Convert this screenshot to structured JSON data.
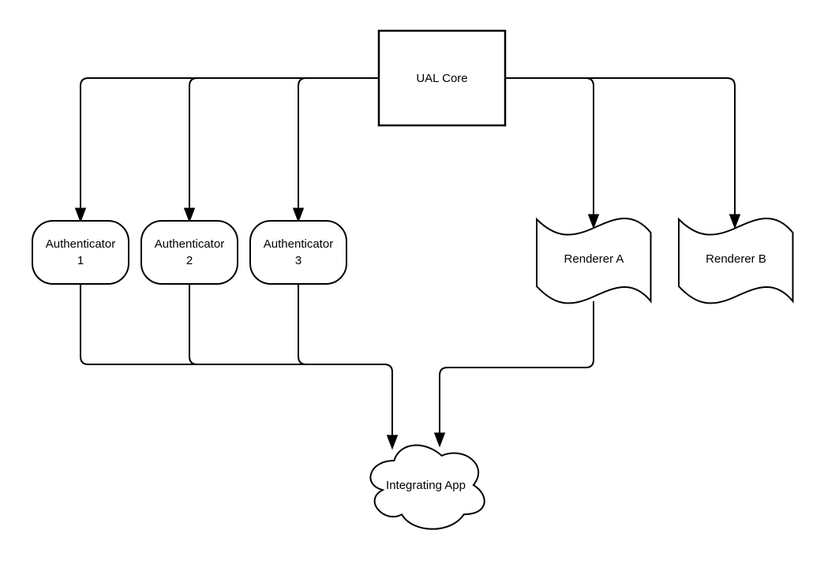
{
  "canvas": {
    "background": "#ffffff",
    "stroke_color": "#000000",
    "text_color": "#000000"
  },
  "nodes": {
    "ual_core": {
      "label": "UAL Core",
      "shape": "rectangle"
    },
    "authenticator_1": {
      "label": "Authenticator",
      "number": "1",
      "shape": "rounded-rectangle"
    },
    "authenticator_2": {
      "label": "Authenticator",
      "number": "2",
      "shape": "rounded-rectangle"
    },
    "authenticator_3": {
      "label": "Authenticator",
      "number": "3",
      "shape": "rounded-rectangle"
    },
    "renderer_a": {
      "label": "Renderer A",
      "shape": "flag"
    },
    "renderer_b": {
      "label": "Renderer B",
      "shape": "flag"
    },
    "integrating_app": {
      "label": "Integrating App",
      "shape": "cloud"
    }
  },
  "edges": [
    {
      "from": "UAL Core",
      "to": "Authenticator 1",
      "arrow": "to"
    },
    {
      "from": "UAL Core",
      "to": "Authenticator 2",
      "arrow": "to"
    },
    {
      "from": "UAL Core",
      "to": "Authenticator 3",
      "arrow": "to"
    },
    {
      "from": "UAL Core",
      "to": "Renderer A",
      "arrow": "to"
    },
    {
      "from": "UAL Core",
      "to": "Renderer B",
      "arrow": "to"
    },
    {
      "from": "Authenticator 1",
      "to": "Integrating App",
      "arrow": "to",
      "merged": true
    },
    {
      "from": "Authenticator 2",
      "to": "Integrating App",
      "arrow": "to",
      "merged": true
    },
    {
      "from": "Authenticator 3",
      "to": "Integrating App",
      "arrow": "to",
      "merged": true
    },
    {
      "from": "Renderer A",
      "to": "Integrating App",
      "arrow": "to"
    }
  ]
}
